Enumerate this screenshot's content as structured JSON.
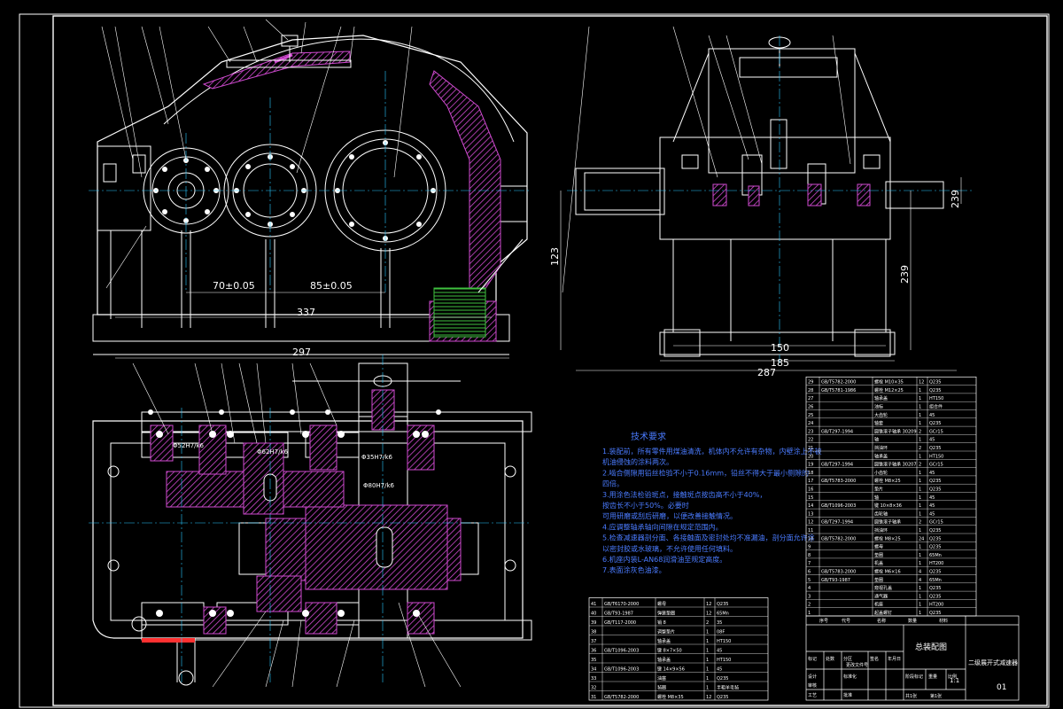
{
  "front_view": {
    "dims": [
      "70±0.05",
      "85±0.05",
      "337",
      "297"
    ]
  },
  "side_view": {
    "dims": [
      "123",
      "239",
      "239",
      "150",
      "185",
      "287"
    ]
  },
  "plan_view": {
    "dims": [
      "Φ52H7/k6",
      "Φ62H7/k6",
      "Φ35H7/k6",
      "Φ80H7/k6"
    ]
  },
  "tech_requirements": {
    "title": "技术要求",
    "lines": [
      "1.装配前，所有零件用煤油清洗，机体内不允许有杂物，内壁涂上不被",
      "  机油侵蚀的涂料两次。",
      "2.啮合侧隙用铅丝检验不小于0.16mm，铅丝不得大于最小侧隙的",
      "  四倍。",
      "3.用涂色法检验斑点，接触斑点按齿高不小于40%，",
      "  按齿长不小于50%。必要时",
      "  可用研磨或刮后研磨，以便改善接触情况。",
      "4.应调整轴承轴向间隙在规定范围内。",
      "5.检查减速器剖分面、各接触面及密封处均不准漏油，剖分面允许涂",
      "  以密封胶或水玻璃，不允许使用任何填料。",
      "6.机座内装L-AN68润滑油至规定高度。",
      "7.表面涂灰色油漆。"
    ]
  },
  "parts_right": [
    [
      "29",
      "GB/T5782-2000",
      "螺栓 M10×35",
      "12",
      "Q235"
    ],
    [
      "28",
      "GB/T5781-1986",
      "螺栓 M12×25",
      "1",
      "Q235"
    ],
    [
      "27",
      "",
      "轴承盖",
      "1",
      "HT150"
    ],
    [
      "26",
      "",
      "油标",
      "1",
      "组合件"
    ],
    [
      "25",
      "",
      "大齿轮",
      "1",
      "45"
    ],
    [
      "24",
      "",
      "轴套",
      "1",
      "Q235"
    ],
    [
      "23",
      "GB/T297-1994",
      "圆锥滚子轴承 30209",
      "2",
      "GCr15"
    ],
    [
      "22",
      "",
      "轴",
      "1",
      "45"
    ],
    [
      "21",
      "",
      "挡油环",
      "2",
      "Q235"
    ],
    [
      "20",
      "",
      "轴承盖",
      "1",
      "HT150"
    ],
    [
      "19",
      "GB/T297-1994",
      "圆锥滚子轴承 30207",
      "2",
      "GCr15"
    ],
    [
      "18",
      "",
      "小齿轮",
      "1",
      "45"
    ],
    [
      "17",
      "GB/T5783-2000",
      "螺栓 M8×25",
      "1",
      "Q235"
    ],
    [
      "16",
      "",
      "垫片",
      "1",
      "Q235"
    ],
    [
      "15",
      "",
      "轴",
      "1",
      "45"
    ],
    [
      "14",
      "GB/T1096-2003",
      "键 10×8×36",
      "1",
      "45"
    ],
    [
      "13",
      "",
      "齿轮轴",
      "1",
      "45"
    ],
    [
      "12",
      "GB/T297-1994",
      "圆锥滚子轴承",
      "2",
      "GCr15"
    ],
    [
      "11",
      "",
      "挡油环",
      "1",
      "Q235"
    ],
    [
      "10",
      "GB/T5782-2000",
      "螺栓 M8×25",
      "24",
      "Q235"
    ],
    [
      "9",
      "",
      "螺母",
      "1",
      "Q235"
    ],
    [
      "8",
      "",
      "垫圈",
      "1",
      "65Mn"
    ],
    [
      "7",
      "",
      "机盖",
      "1",
      "HT200"
    ],
    [
      "6",
      "GB/T5783-2000",
      "螺栓 M6×16",
      "4",
      "Q235"
    ],
    [
      "5",
      "GB/T93-1987",
      "垫圈",
      "4",
      "65Mn"
    ],
    [
      "4",
      "",
      "窥视孔盖",
      "1",
      "Q235"
    ],
    [
      "3",
      "",
      "通气器",
      "1",
      "Q235"
    ],
    [
      "2",
      "",
      "机座",
      "1",
      "HT200"
    ],
    [
      "1",
      "",
      "起盖螺钉",
      "1",
      "Q235"
    ]
  ],
  "parts_left": [
    [
      "41",
      "GB/T6170-2000",
      "螺母",
      "12",
      "Q235"
    ],
    [
      "40",
      "GB/T93-1987",
      "弹簧垫圈",
      "12",
      "65Mn"
    ],
    [
      "39",
      "GB/T117-2000",
      "销 8",
      "2",
      "35"
    ],
    [
      "38",
      "",
      "调整垫片",
      "1",
      "08F"
    ],
    [
      "37",
      "",
      "轴承盖",
      "1",
      "HT150"
    ],
    [
      "36",
      "GB/T1096-2003",
      "键 8×7×50",
      "1",
      "45"
    ],
    [
      "35",
      "",
      "轴承盖",
      "1",
      "HT150"
    ],
    [
      "34",
      "GB/T1096-2003",
      "键 14×9×56",
      "1",
      "45"
    ],
    [
      "33",
      "",
      "油塞",
      "1",
      "Q235"
    ],
    [
      "32",
      "",
      "毡圈",
      "1",
      "半粗羊毛毡"
    ],
    [
      "31",
      "GB/T5782-2000",
      "螺栓 M8×35",
      "12",
      "Q235"
    ]
  ],
  "title_block": {
    "drawing_name": "总装配图",
    "product": "二级展开式减速器",
    "headers": [
      "序号",
      "代号",
      "名称",
      "数量",
      "材料"
    ],
    "labels": [
      "标记",
      "处数",
      "分区",
      "更改文件号",
      "签名",
      "年月日",
      "设计",
      "标准化",
      "审核",
      "工艺",
      "批准",
      "阶段标记",
      "重量",
      "比例",
      "共1张",
      "第1张"
    ],
    "scale": "1:1",
    "sheet_no": "01"
  }
}
